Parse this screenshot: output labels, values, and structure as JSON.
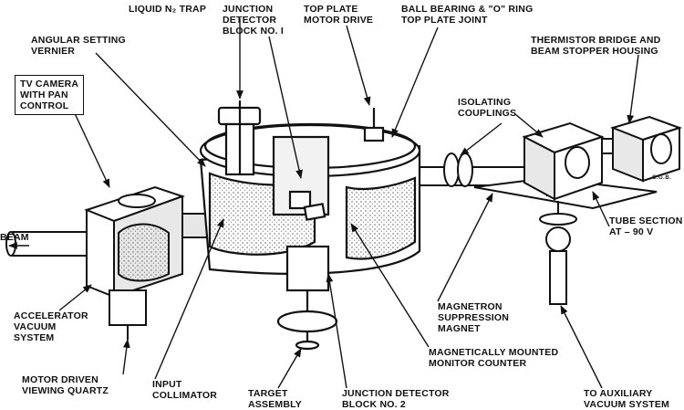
{
  "labels": {
    "liquid_n2_trap": {
      "lines": [
        "LIQUID N₂ TRAP"
      ]
    },
    "junction_detector_1": {
      "lines": [
        "JUNCTION",
        "DETECTOR",
        "BLOCK NO. I"
      ]
    },
    "top_plate_motor_drive": {
      "lines": [
        "TOP PLATE",
        "MOTOR DRIVE"
      ]
    },
    "ball_bearing": {
      "lines": [
        "BALL BEARING & \"O\" RING",
        "TOP PLATE JOINT"
      ]
    },
    "angular_setting_vernier": {
      "lines": [
        "ANGULAR SETTING",
        "VERNIER"
      ]
    },
    "thermistor_bridge": {
      "lines": [
        "THERMISTOR BRIDGE AND",
        "BEAM STOPPER HOUSING"
      ]
    },
    "tv_camera": {
      "lines": [
        "TV CAMERA",
        "WITH PAN",
        "CONTROL"
      ]
    },
    "isolating_couplings": {
      "lines": [
        "ISOLATING",
        "COUPLINGS"
      ]
    },
    "beam": {
      "lines": [
        "BEAM"
      ]
    },
    "tube_section": {
      "lines": [
        "TUBE SECTION",
        "AT – 90 V"
      ]
    },
    "accelerator_vacuum": {
      "lines": [
        "ACCELERATOR",
        "VACUUM",
        "SYSTEM"
      ]
    },
    "magnetron_suppression": {
      "lines": [
        "MAGNETRON",
        "SUPPRESSION",
        "MAGNET"
      ]
    },
    "monitor_counter": {
      "lines": [
        "MAGNETICALLY MOUNTED",
        "MONITOR COUNTER"
      ]
    },
    "motor_driven_quartz": {
      "lines": [
        "MOTOR DRIVEN",
        "VIEWING QUARTZ"
      ]
    },
    "input_collimator": {
      "lines": [
        "INPUT",
        "COLLIMATOR"
      ]
    },
    "target_assembly": {
      "lines": [
        "TARGET",
        "ASSEMBLY"
      ]
    },
    "junction_detector_2": {
      "lines": [
        "JUNCTION DETECTOR",
        "BLOCK NO. 2"
      ]
    },
    "auxiliary_vacuum": {
      "lines": [
        "TO AUXILIARY",
        "VACUUM SYSTEM"
      ]
    }
  },
  "signature": "C.G.B.",
  "colors": {
    "ink": "#111111",
    "paper": "#ffffff",
    "stipple": "#8a8a8a"
  }
}
